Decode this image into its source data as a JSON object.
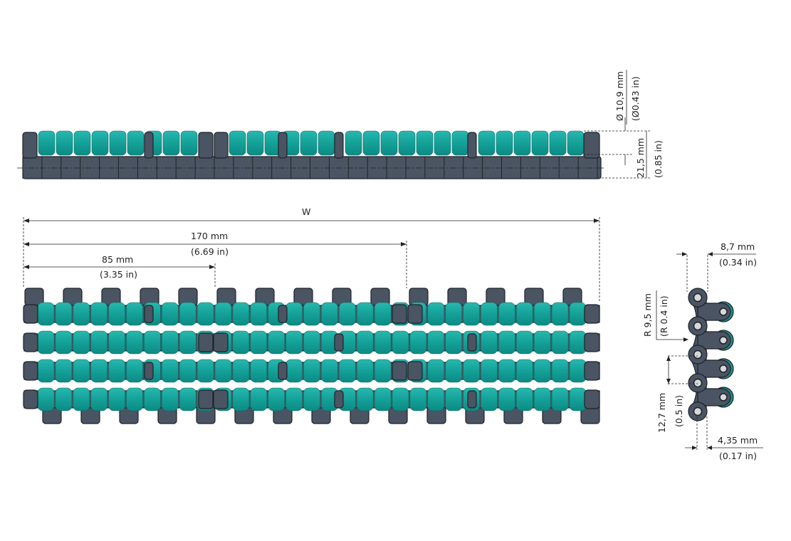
{
  "colors": {
    "belt": "#4a5462",
    "roller": "#1aa59d",
    "outline": "#1e232a"
  },
  "side_view": {
    "diameter_mm": "Ø 10,9 mm",
    "diameter_in": "(Ø0.43 in)",
    "height_mm": "21,5 mm",
    "height_in": "(0.85 in)"
  },
  "plan_view": {
    "width_label": "W",
    "dim_170_mm": "170 mm",
    "dim_170_in": "(6.69 in)",
    "dim_85_mm": "85 mm",
    "dim_85_in": "(3.35 in)"
  },
  "profile_view": {
    "thickness_mm": "8,7 mm",
    "thickness_in": "(0.34 in)",
    "radius_mm": "R 9,5 mm",
    "radius_in": "(R 0.4 in)",
    "pitch_mm": "12,7 mm",
    "pitch_in": "(0.5 in)",
    "offset_mm": "4,35 mm",
    "offset_in": "(0.17 in)"
  }
}
